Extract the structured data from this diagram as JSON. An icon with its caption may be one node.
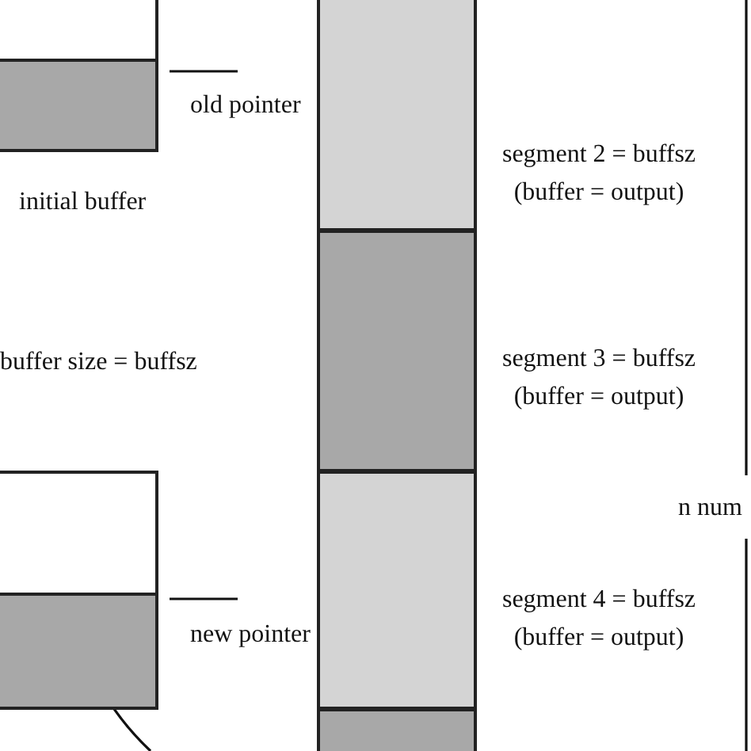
{
  "diagram": {
    "nodes": [
      {
        "text": [],
        "shape": "box",
        "beside": [
          "initial buffer"
        ]
      },
      {
        "text": [],
        "shape": "box"
      },
      {
        "text": [],
        "shape": "bar",
        "beside": [
          "segment 2 = buffsz",
          "(buffer = output)"
        ]
      },
      {
        "text": [],
        "shape": "bar",
        "beside": [
          "segment 3 = buffsz",
          "(buffer = output)"
        ]
      },
      {
        "text": [],
        "shape": "bar",
        "beside": [
          "segment 4 = buffsz",
          "(buffer = output)"
        ]
      },
      {
        "text": [],
        "shape": "bar"
      }
    ],
    "edges": [],
    "labels": [
      "old pointer",
      "buffer size = buffsz",
      "n num",
      "new pointer"
    ]
  }
}
